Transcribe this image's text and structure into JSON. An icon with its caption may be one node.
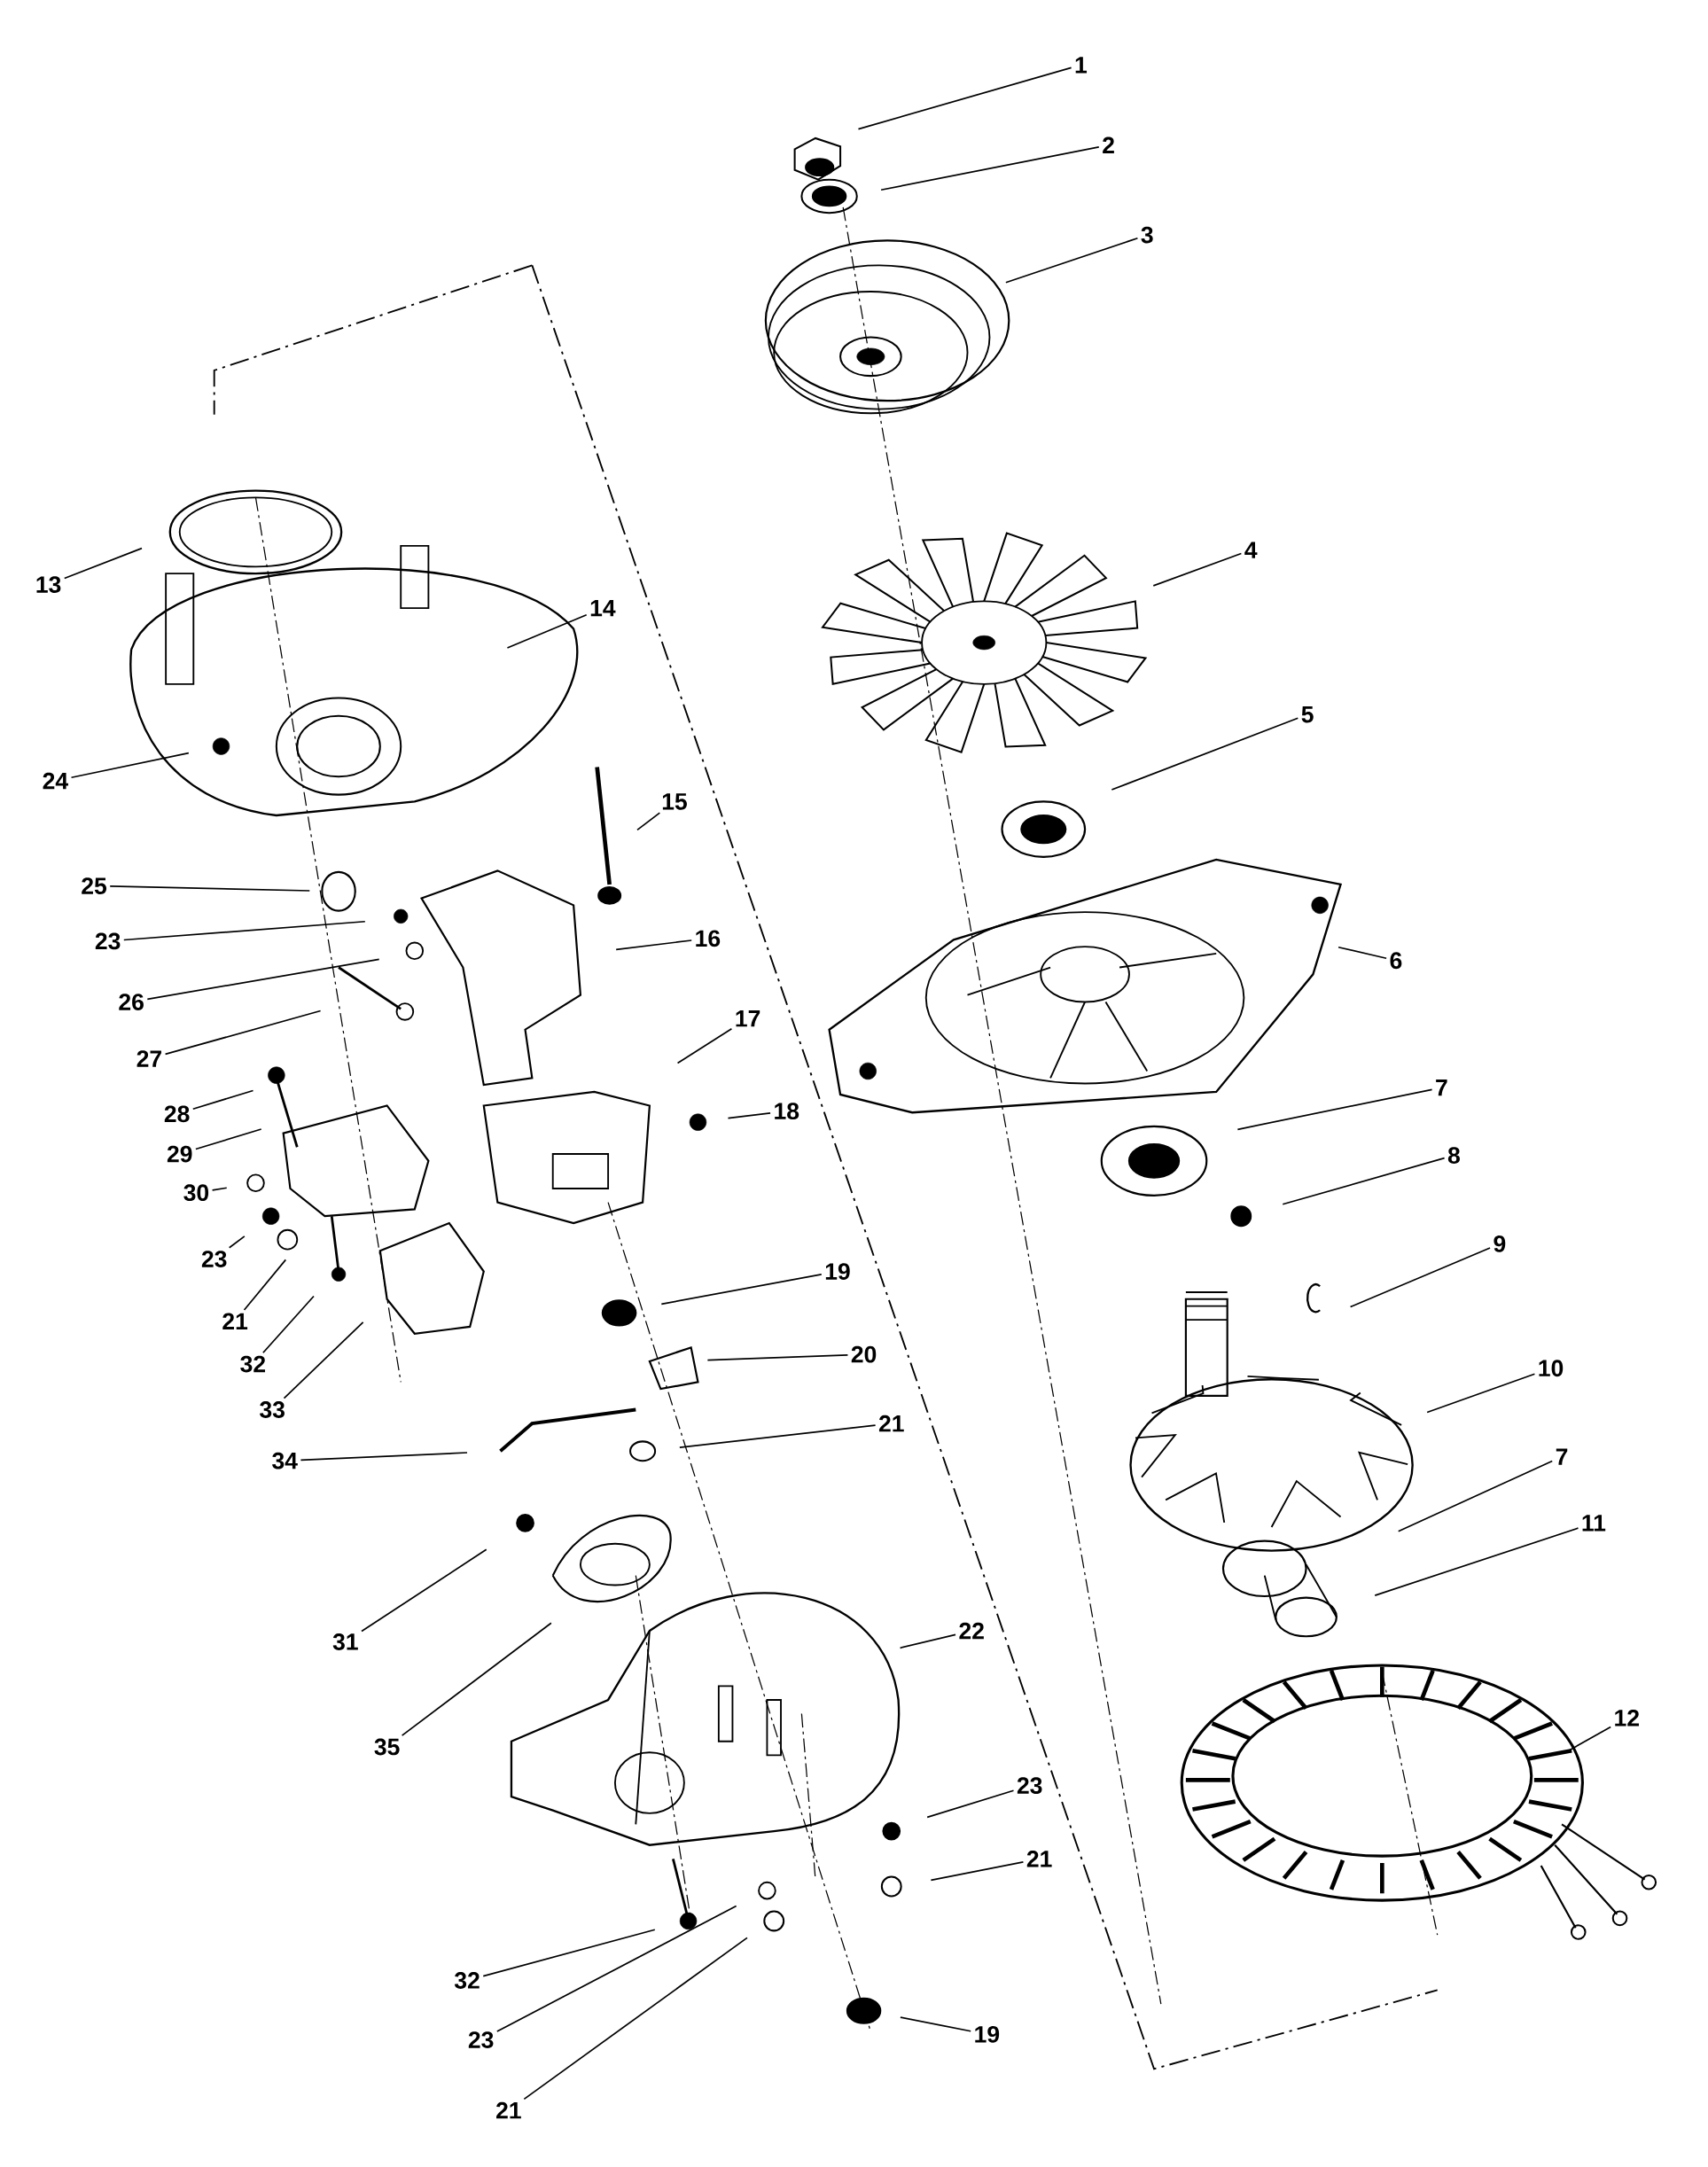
{
  "diagram": {
    "nodes": [
      {
        "text": [
          "1"
        ]
      },
      {
        "text": [
          "2"
        ]
      },
      {
        "text": [
          "3"
        ]
      },
      {
        "text": [
          "4"
        ]
      },
      {
        "text": [
          "5"
        ]
      },
      {
        "text": [
          "6"
        ]
      },
      {
        "text": [
          "7"
        ]
      },
      {
        "text": [
          "8"
        ]
      },
      {
        "text": [
          "9"
        ]
      },
      {
        "text": [
          "10"
        ]
      },
      {
        "text": [
          "7"
        ]
      },
      {
        "text": [
          "11"
        ]
      },
      {
        "text": [
          "12"
        ]
      },
      {
        "text": [
          "13"
        ]
      },
      {
        "text": [
          "14"
        ]
      },
      {
        "text": [
          "24"
        ]
      },
      {
        "text": [
          "15"
        ]
      },
      {
        "text": [
          "25"
        ]
      },
      {
        "text": [
          "23"
        ]
      },
      {
        "text": [
          "16"
        ]
      },
      {
        "text": [
          "26"
        ]
      },
      {
        "text": [
          "27"
        ]
      },
      {
        "text": [
          "17"
        ]
      },
      {
        "text": [
          "28"
        ]
      },
      {
        "text": [
          "18"
        ]
      },
      {
        "text": [
          "29"
        ]
      },
      {
        "text": [
          "30"
        ]
      },
      {
        "text": [
          "23"
        ]
      },
      {
        "text": [
          "21"
        ]
      },
      {
        "text": [
          "32"
        ]
      },
      {
        "text": [
          "33"
        ]
      },
      {
        "text": [
          "19"
        ]
      },
      {
        "text": [
          "20"
        ]
      },
      {
        "text": [
          "34"
        ]
      },
      {
        "text": [
          "21"
        ]
      },
      {
        "text": [
          "31"
        ]
      },
      {
        "text": [
          "35"
        ]
      },
      {
        "text": [
          "22"
        ]
      },
      {
        "text": [
          "23"
        ]
      },
      {
        "text": [
          "21"
        ]
      },
      {
        "text": [
          "32"
        ]
      },
      {
        "text": [
          "23"
        ]
      },
      {
        "text": [
          "19"
        ]
      },
      {
        "text": [
          "21"
        ]
      }
    ],
    "edges": [
      {
        "from": 0,
        "to": null,
        "arrow": "none"
      },
      {
        "from": 1,
        "to": null,
        "arrow": "none"
      },
      {
        "from": 2,
        "to": null,
        "arrow": "none"
      },
      {
        "from": 3,
        "to": null,
        "arrow": "none"
      },
      {
        "from": 4,
        "to": null,
        "arrow": "none"
      },
      {
        "from": 5,
        "to": null,
        "arrow": "none"
      },
      {
        "from": 6,
        "to": null,
        "arrow": "none"
      },
      {
        "from": 7,
        "to": null,
        "arrow": "none"
      },
      {
        "from": 8,
        "to": null,
        "arrow": "none"
      },
      {
        "from": 9,
        "to": null,
        "arrow": "none"
      },
      {
        "from": 10,
        "to": null,
        "arrow": "none"
      },
      {
        "from": 11,
        "to": null,
        "arrow": "none"
      },
      {
        "from": 12,
        "to": null,
        "arrow": "none"
      },
      {
        "from": 13,
        "to": null,
        "arrow": "none"
      },
      {
        "from": 14,
        "to": null,
        "arrow": "none"
      },
      {
        "from": 15,
        "to": null,
        "arrow": "none"
      },
      {
        "from": 16,
        "to": null,
        "arrow": "none"
      },
      {
        "from": 17,
        "to": null,
        "arrow": "none"
      },
      {
        "from": 18,
        "to": null,
        "arrow": "none"
      },
      {
        "from": 19,
        "to": null,
        "arrow": "none"
      },
      {
        "from": 20,
        "to": null,
        "arrow": "none"
      },
      {
        "from": 21,
        "to": null,
        "arrow": "none"
      },
      {
        "from": 22,
        "to": null,
        "arrow": "none"
      },
      {
        "from": 23,
        "to": null,
        "arrow": "none"
      },
      {
        "from": 24,
        "to": null,
        "arrow": "none"
      },
      {
        "from": 25,
        "to": null,
        "arrow": "none"
      },
      {
        "from": 26,
        "to": null,
        "arrow": "none"
      },
      {
        "from": 27,
        "to": null,
        "arrow": "none"
      },
      {
        "from": 28,
        "to": null,
        "arrow": "none"
      },
      {
        "from": 29,
        "to": null,
        "arrow": "none"
      },
      {
        "from": 30,
        "to": null,
        "arrow": "none"
      },
      {
        "from": 31,
        "to": null,
        "arrow": "none"
      },
      {
        "from": 32,
        "to": null,
        "arrow": "none"
      },
      {
        "from": 33,
        "to": null,
        "arrow": "none"
      },
      {
        "from": 34,
        "to": null,
        "arrow": "none"
      },
      {
        "from": 35,
        "to": null,
        "arrow": "none"
      },
      {
        "from": 36,
        "to": null,
        "arrow": "none"
      },
      {
        "from": 37,
        "to": null,
        "arrow": "none"
      },
      {
        "from": 38,
        "to": null,
        "arrow": "none"
      },
      {
        "from": 39,
        "to": null,
        "arrow": "none"
      },
      {
        "from": 40,
        "to": null,
        "arrow": "none"
      },
      {
        "from": 41,
        "to": null,
        "arrow": "none"
      },
      {
        "from": 42,
        "to": null,
        "arrow": "none"
      },
      {
        "from": 43,
        "to": null,
        "arrow": "none"
      }
    ]
  }
}
